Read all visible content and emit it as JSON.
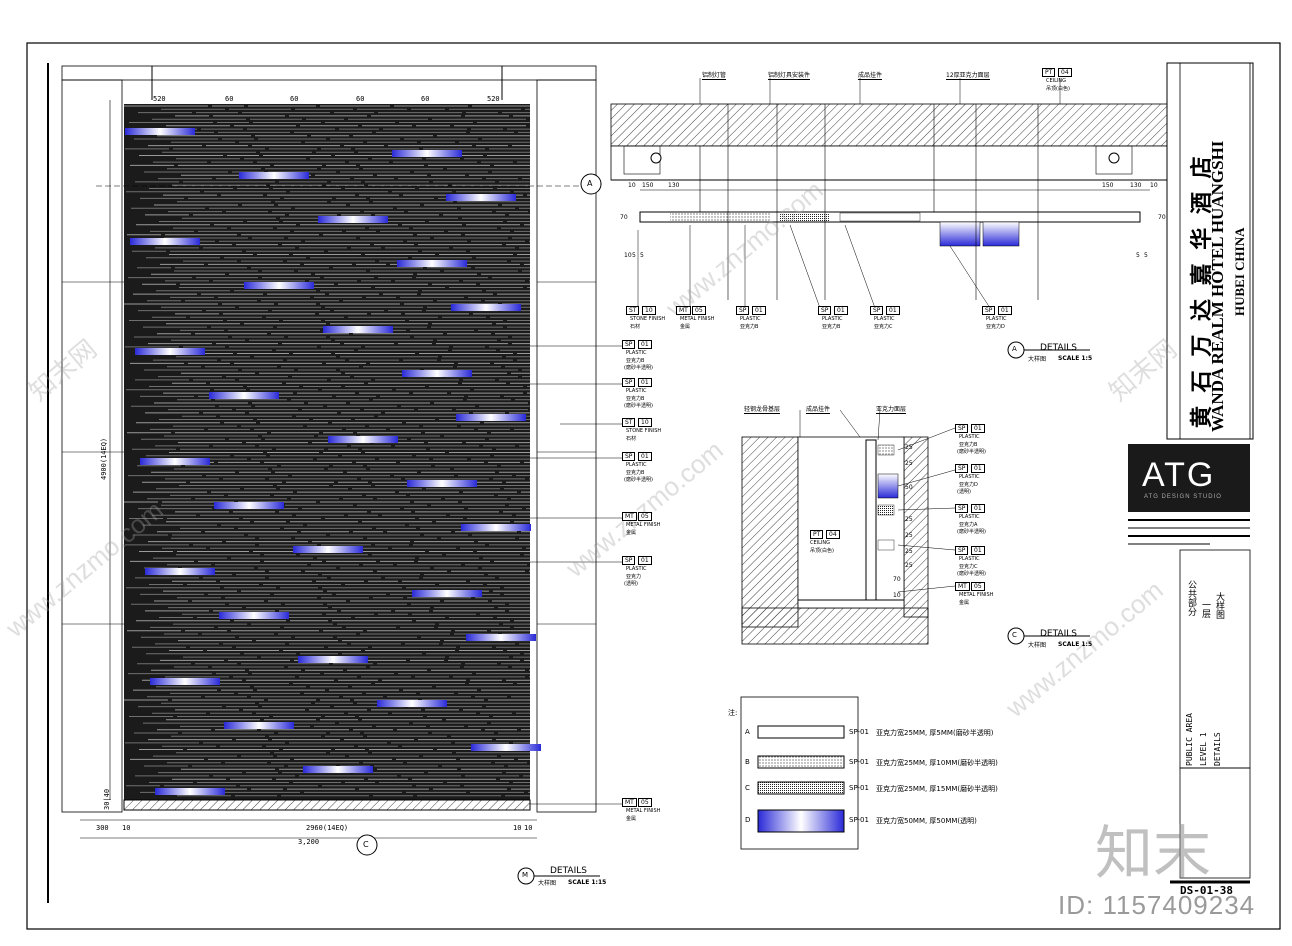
{
  "sheet": {
    "drawing_number": "DS-01-38",
    "id_label": "ID: 1157409234",
    "watermark_site": "www.znzmo.com",
    "watermark_cn": "知末网",
    "watermark_brand": "知末"
  },
  "title_block": {
    "hotel_cn": "黄 石 万 达 嘉 华 酒 店",
    "hotel_en": "WANDA REALM HOTEL HUANGSHI",
    "location_en": "HUBEI CHINA",
    "logo": "ATG",
    "logo_sub": "ATG DESIGN STUDIO",
    "area_cn": "公共部分",
    "level_cn": "一层",
    "detail_cn": "大样图",
    "area_en": "PUBLIC AREA",
    "level_en": "LEVEL 1",
    "detail_en": "DETAILS"
  },
  "elevation": {
    "title": "DETAILS",
    "subtitle_cn": "大样图",
    "scale": "SCALE 1:15",
    "marker": "M",
    "dims_bottom": [
      "300",
      "10",
      "2960(14EQ)",
      "10",
      "10",
      "3,200"
    ],
    "dims_top": [
      "520",
      "60",
      "60",
      "60",
      "60",
      "520"
    ],
    "dim_left_height": "4900(14EQ)",
    "dim_left_base": "30|40",
    "section_marker_a": "A",
    "section_marker_c": "C",
    "tags": [
      {
        "code": "SP",
        "num": "01",
        "l1": "PLASTIC",
        "l2": "亚克力B",
        "l3": "(磨砂半透明)"
      },
      {
        "code": "SP",
        "num": "01",
        "l1": "PLASTIC",
        "l2": "亚克力B",
        "l3": "(磨砂半透明)"
      },
      {
        "code": "ST",
        "num": "10",
        "l1": "STONE FINISH",
        "l2": "石材",
        "l3": ""
      },
      {
        "code": "SP",
        "num": "01",
        "l1": "PLASTIC",
        "l2": "亚克力B",
        "l3": "(磨砂半透明)"
      },
      {
        "code": "MT",
        "num": "05",
        "l1": "METAL FINISH",
        "l2": "金属",
        "l3": ""
      },
      {
        "code": "SP",
        "num": "01",
        "l1": "PLASTIC",
        "l2": "亚克力",
        "l3": "(透明)"
      },
      {
        "code": "MT",
        "num": "05",
        "l1": "METAL FINISH",
        "l2": "金属",
        "l3": ""
      }
    ]
  },
  "detail_a": {
    "title": "DETAILS",
    "subtitle_cn": "大样图",
    "scale": "SCALE 1:5",
    "marker": "A",
    "top_labels": [
      "铝制灯管",
      "铝制灯具安装件",
      "成品挂件",
      "12厚亚克力面层",
      "CEILING"
    ],
    "ceiling_tag": {
      "code": "PT",
      "num": "04",
      "l1": "CEILING",
      "l2": "吊顶(白色)"
    },
    "dims": [
      "10",
      "150",
      "130",
      "70",
      "10",
      "5",
      "5",
      "150",
      "130",
      "10",
      "70",
      "5",
      "5"
    ],
    "bottom_tags": [
      {
        "code": "ST",
        "num": "10",
        "l1": "STONE FINISH",
        "l2": "石材"
      },
      {
        "code": "MT",
        "num": "05",
        "l1": "METAL FINISH",
        "l2": "金属"
      },
      {
        "code": "SP",
        "num": "01",
        "l1": "PLASTIC",
        "l2": "亚克力B"
      },
      {
        "code": "SP",
        "num": "01",
        "l1": "PLASTIC",
        "l2": "亚克力B"
      },
      {
        "code": "SP",
        "num": "01",
        "l1": "PLASTIC",
        "l2": "亚克力C"
      },
      {
        "code": "SP",
        "num": "01",
        "l1": "PLASTIC",
        "l2": "亚克力D"
      }
    ]
  },
  "detail_c": {
    "title": "DETAILS",
    "subtitle_cn": "大样图",
    "scale": "SCALE 1:5",
    "marker": "C",
    "top_labels": [
      "轻钢龙骨基层",
      "成品挂件",
      "亚克力面层"
    ],
    "ceiling_tag": {
      "code": "PT",
      "num": "04",
      "l1": "CEILING",
      "l2": "吊顶(白色)"
    },
    "dims": [
      "25",
      "25",
      "50",
      "25",
      "25",
      "25",
      "25",
      "70",
      "10"
    ],
    "tags": [
      {
        "code": "SP",
        "num": "01",
        "l1": "PLASTIC",
        "l2": "亚克力B",
        "l3": "(磨砂半透明)"
      },
      {
        "code": "SP",
        "num": "01",
        "l1": "PLASTIC",
        "l2": "亚克力D",
        "l3": "(透明)"
      },
      {
        "code": "SP",
        "num": "01",
        "l1": "PLASTIC",
        "l2": "亚克力A",
        "l3": "(磨砂半透明)"
      },
      {
        "code": "SP",
        "num": "01",
        "l1": "PLASTIC",
        "l2": "亚克力C",
        "l3": "(磨砂半透明)"
      },
      {
        "code": "MT",
        "num": "05",
        "l1": "METAL FINISH",
        "l2": "金属",
        "l3": ""
      }
    ]
  },
  "legend": {
    "heading": "注:",
    "rows": [
      {
        "key": "A",
        "code": "SP-01",
        "text": "亚克力宽25MM, 厚5MM(磨砂半透明)",
        "fill": "white"
      },
      {
        "key": "B",
        "code": "SP-01",
        "text": "亚克力宽25MM, 厚10MM(磨砂半透明)",
        "fill": "dots"
      },
      {
        "key": "C",
        "code": "SP-01",
        "text": "亚克力宽25MM, 厚15MM(磨砂半透明)",
        "fill": "dense"
      },
      {
        "key": "D",
        "code": "SP-01",
        "text": "亚克力宽50MM, 厚50MM(透明)",
        "fill": "blue"
      }
    ]
  },
  "colors": {
    "accent_blue": "#2626d9",
    "line": "#000000",
    "hatch": "#555555",
    "bg": "#ffffff"
  }
}
